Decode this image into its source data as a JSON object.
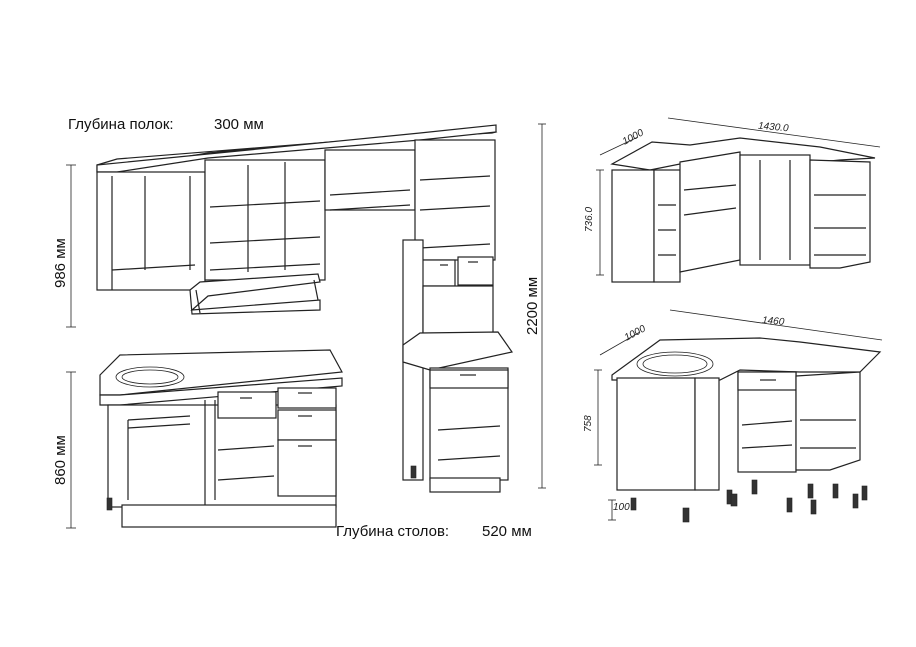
{
  "labels": {
    "shelf_depth_label": "Глубина полок:",
    "shelf_depth_value": "300 мм",
    "table_depth_label": "Глубина столов:",
    "table_depth_value": "520 мм",
    "upper_height": "986 мм",
    "lower_height": "860 мм",
    "total_height": "2200 мм"
  },
  "corner_upper": {
    "depth": "1000",
    "width": "1430.0",
    "height": "736.0"
  },
  "corner_lower": {
    "depth": "1000",
    "width": "1460",
    "height": "758",
    "leg": "100"
  }
}
